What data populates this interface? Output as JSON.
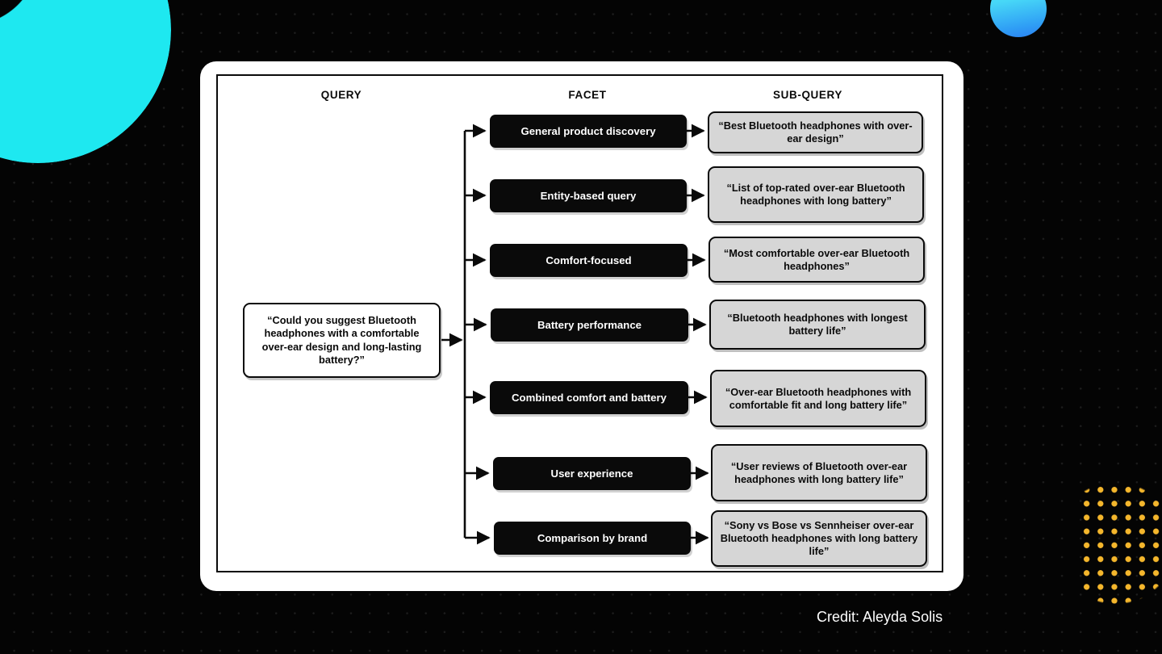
{
  "diagram": {
    "credit": "Credit: Aleyda Solis",
    "columns": {
      "query": "QUERY",
      "facet": "FACET",
      "subquery": "SUB-QUERY"
    },
    "query_box": {
      "text": "“Could you suggest Bluetooth headphones with a comfortable over-ear design and long-lasting battery?”"
    },
    "rows": [
      {
        "facet": "General product discovery",
        "subquery": "“Best Bluetooth headphones with over-ear design”"
      },
      {
        "facet": "Entity-based query",
        "subquery": "“List of top-rated over-ear Bluetooth headphones with long battery”"
      },
      {
        "facet": "Comfort-focused",
        "subquery": "“Most comfortable over-ear Bluetooth headphones”"
      },
      {
        "facet": "Battery performance",
        "subquery": "“Bluetooth headphones with longest battery life”"
      },
      {
        "facet": "Combined comfort and battery",
        "subquery": "“Over-ear Bluetooth headphones with comfortable fit and long battery life”"
      },
      {
        "facet": "User experience",
        "subquery": "“User reviews of Bluetooth over-ear headphones with long battery life”"
      },
      {
        "facet": "Comparison by brand",
        "subquery": "“Sony vs Bose vs Sennheiser over-ear Bluetooth headphones with long battery life”"
      }
    ],
    "colors": {
      "background": "#040404",
      "card": "#ffffff",
      "facet_fill": "#0a0a0a",
      "subquery_fill": "#d6d6d6",
      "accent_cyan": "#1ee8f0",
      "accent_blue": "#2b7ff2",
      "accent_yellow": "#f4b62c"
    }
  }
}
